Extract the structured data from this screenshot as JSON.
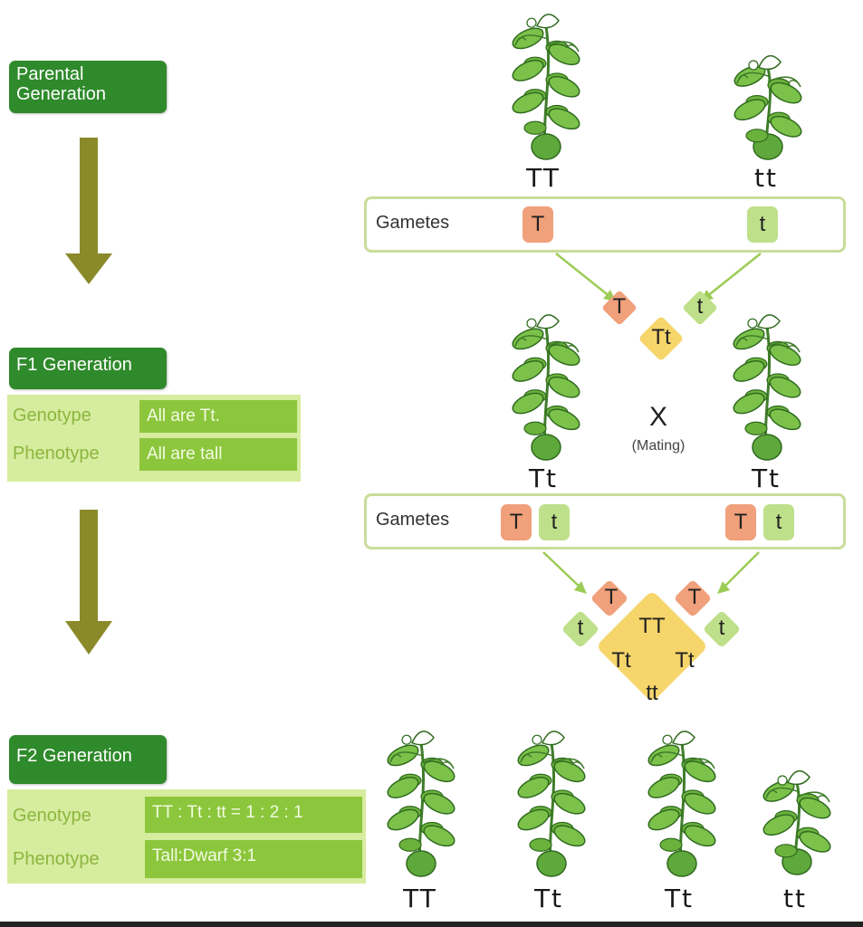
{
  "generations": {
    "parental": {
      "label": "Parental Generation"
    },
    "f1": {
      "label": "F1 Generation",
      "rows": [
        {
          "key": "Genotype",
          "value": "All are Tt."
        },
        {
          "key": "Phenotype",
          "value": "All are tall"
        }
      ]
    },
    "f2": {
      "label": "F2 Generation",
      "rows": [
        {
          "key": "Genotype",
          "value": "TT : Tt : tt = 1 : 2 : 1"
        },
        {
          "key": "Phenotype",
          "value": "Tall:Dwarf 3:1"
        }
      ]
    }
  },
  "parents": {
    "left_genotype": "TT",
    "right_genotype": "tt"
  },
  "gametes_1": {
    "title": "Gametes",
    "left": "T",
    "right": "t"
  },
  "f1_cross": {
    "top_left": "T",
    "top_right": "t",
    "result": "Tt",
    "cross_symbol": "X",
    "mating_label": "(Mating)",
    "left_genotype": "Tt",
    "right_genotype": "Tt"
  },
  "gametes_2": {
    "title": "Gametes",
    "left_dom": "T",
    "left_rec": "t",
    "right_dom": "T",
    "right_rec": "t"
  },
  "punnett": {
    "top_left": "T",
    "top_right": "T",
    "left": "t",
    "right": "t",
    "center": "TT",
    "mid_left": "Tt",
    "mid_right": "Tt",
    "bottom": "tt"
  },
  "offspring": [
    "TT",
    "Tt",
    "Tt",
    "tt"
  ],
  "colors": {
    "dark_green": "#2f8a2b",
    "light_green": "#d6ec9e",
    "value_green": "#8cc63c",
    "arrow_olive": "#8a8a2a",
    "dominant_allele": "#f0a07a",
    "recessive_allele": "#bfe08a",
    "genotype_yellow": "#f6d56a"
  }
}
